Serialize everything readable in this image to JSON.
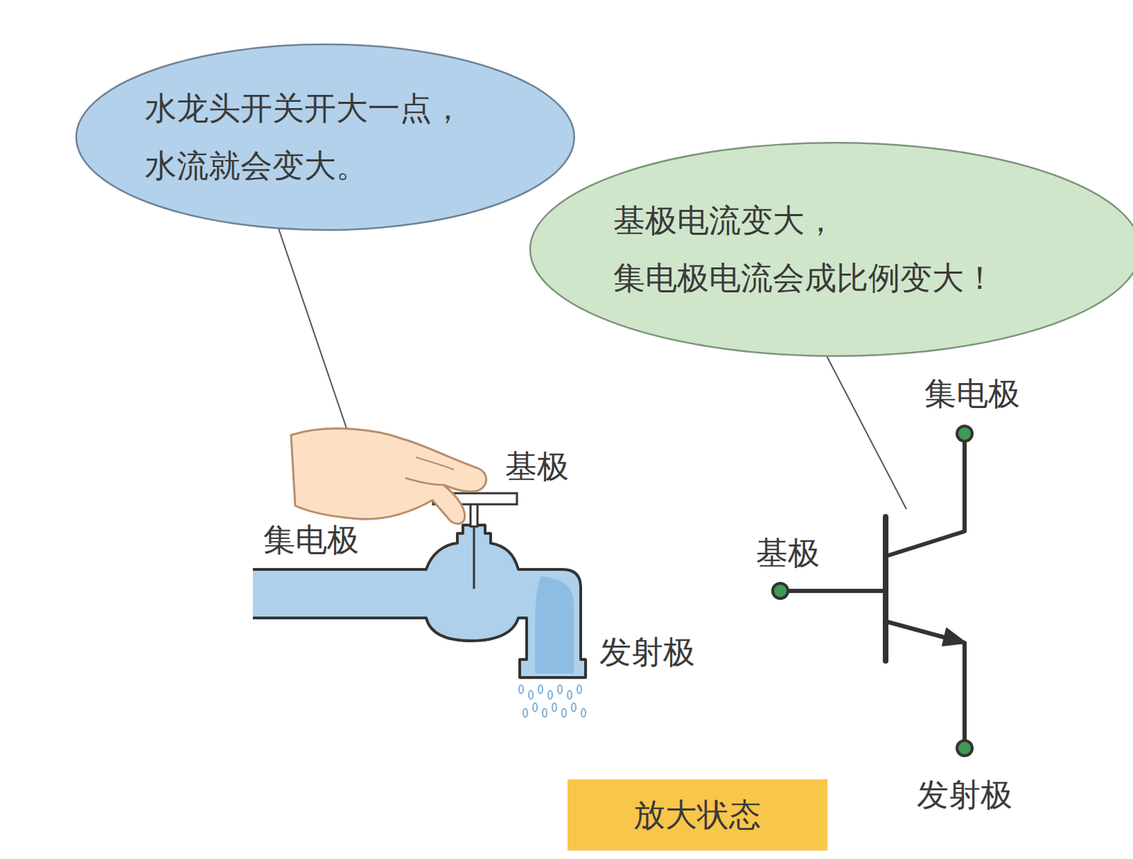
{
  "diagram": {
    "nodes": [
      {
        "text": [
          "水龙头开关开大一点， 水流就会变大。"
        ]
      },
      {
        "text": [
          "基极电流变大， 集电极电流会成比例变大！"
        ]
      },
      {
        "text": [
          "放大状态"
        ]
      }
    ],
    "labels": [
      "基极",
      "集电极",
      "发射极",
      "集电极",
      "基极",
      "发射极"
    ]
  }
}
